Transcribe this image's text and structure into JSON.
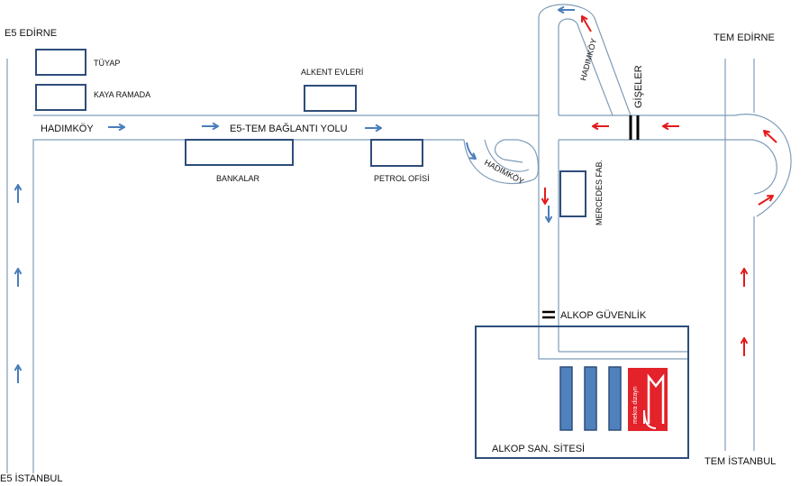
{
  "colors": {
    "road_line": "#7f9db9",
    "building_stroke": "#2e4d7a",
    "arrow_blue": "#4a7ebb",
    "arrow_red": "#e31b1b",
    "blue_bar": "#4f81bd",
    "logo_bg": "#e3222a",
    "gate_mark": "#000000"
  },
  "labels": {
    "e5_edirne": "E5 EDİRNE",
    "e5_istanbul": "E5 İSTANBUL",
    "tem_edirne": "TEM EDİRNE",
    "tem_istanbul": "TEM İSTANBUL",
    "tuyap": "TÜYAP",
    "kaya_ramada": "KAYA RAMADA",
    "alkent_evleri": "ALKENT EVLERİ",
    "hadimkoy_main": "HADIMKÖY",
    "connection_road": "E5-TEM  BAĞLANTI YOLU",
    "bankalar": "BANKALAR",
    "petrol_ofisi": "PETROL OFİSİ",
    "hadimkoy_loop": "HADIMKÖY",
    "hadimkoy_ramp": "HADIMKÖY",
    "giseler": "GİŞELER",
    "mercedes": "MERCEDES FAB.",
    "alkop_guvenlik": "ALKOP GÜVENLİK",
    "alkop_site": "ALKOP SAN. SİTESİ",
    "logo_text": "mekra dizayn"
  },
  "icons": {
    "arrow_blue": "arrow-blue-icon",
    "arrow_red": "arrow-red-icon",
    "logo": "mekra-logo-icon"
  }
}
